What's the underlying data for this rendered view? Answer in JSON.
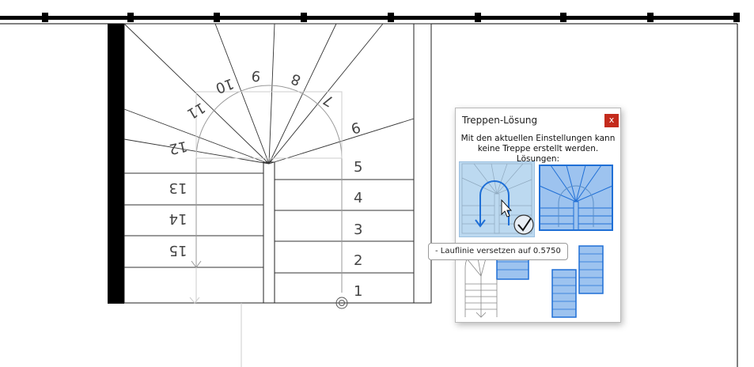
{
  "stair": {
    "steps_lower": [
      "1",
      "2",
      "3",
      "4",
      "5"
    ],
    "steps_turn": [
      "6",
      "7",
      "8",
      "9",
      "10",
      "11",
      "12"
    ],
    "steps_upper": [
      "13",
      "14",
      "15"
    ]
  },
  "dialog": {
    "title": "Treppen-Lösung",
    "close_label": "x",
    "message_line1": "Mit den aktuellen Einstellungen kann",
    "message_line2": "keine Treppe erstellt werden. Lösungen:"
  },
  "tooltip": {
    "text": "- Lauflinie versetzen auf 0.5750"
  },
  "colors": {
    "selection": "#bcd9f0",
    "accent": "#1f6fd6",
    "fill": "#9dc3ef",
    "close": "#c42b1c"
  },
  "icons": [
    "check-icon",
    "cursor-arrow-icon"
  ]
}
